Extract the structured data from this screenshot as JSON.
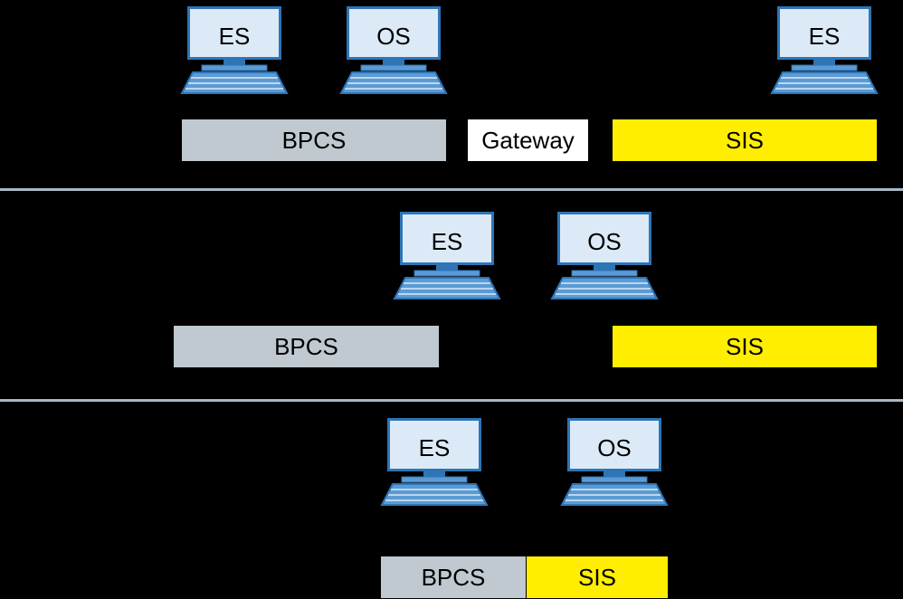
{
  "section1": {
    "computers": [
      "ES",
      "OS",
      "ES"
    ],
    "bpcs_label": "BPCS",
    "gateway_label": "Gateway",
    "sis_label": "SIS"
  },
  "section2": {
    "computers": [
      "ES",
      "OS"
    ],
    "bpcs_label": "BPCS",
    "sis_label": "SIS"
  },
  "section3": {
    "computers": [
      "ES",
      "OS"
    ],
    "bpcs_label": "BPCS",
    "sis_label": "SIS"
  },
  "colors": {
    "background": "#000000",
    "divider": "#a9b8c3",
    "bpcs": "#bfc9cf",
    "sis": "#ffee00",
    "gateway": "#ffffff",
    "monitor_screen": "#dceaf7",
    "monitor_frame": "#2e75b6",
    "keyboard": "#5b9bd5"
  }
}
